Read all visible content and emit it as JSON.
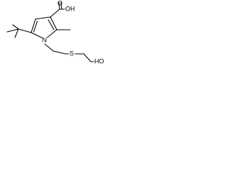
{
  "structure": {
    "atom_labels": {
      "carboxyl_oh": "OH",
      "carbonyl_o": "O",
      "ring_n": "N",
      "thioether_s": "S",
      "terminal_oh": "HO"
    }
  },
  "colors": {
    "background": "#ffffff",
    "ink": "#000000"
  }
}
